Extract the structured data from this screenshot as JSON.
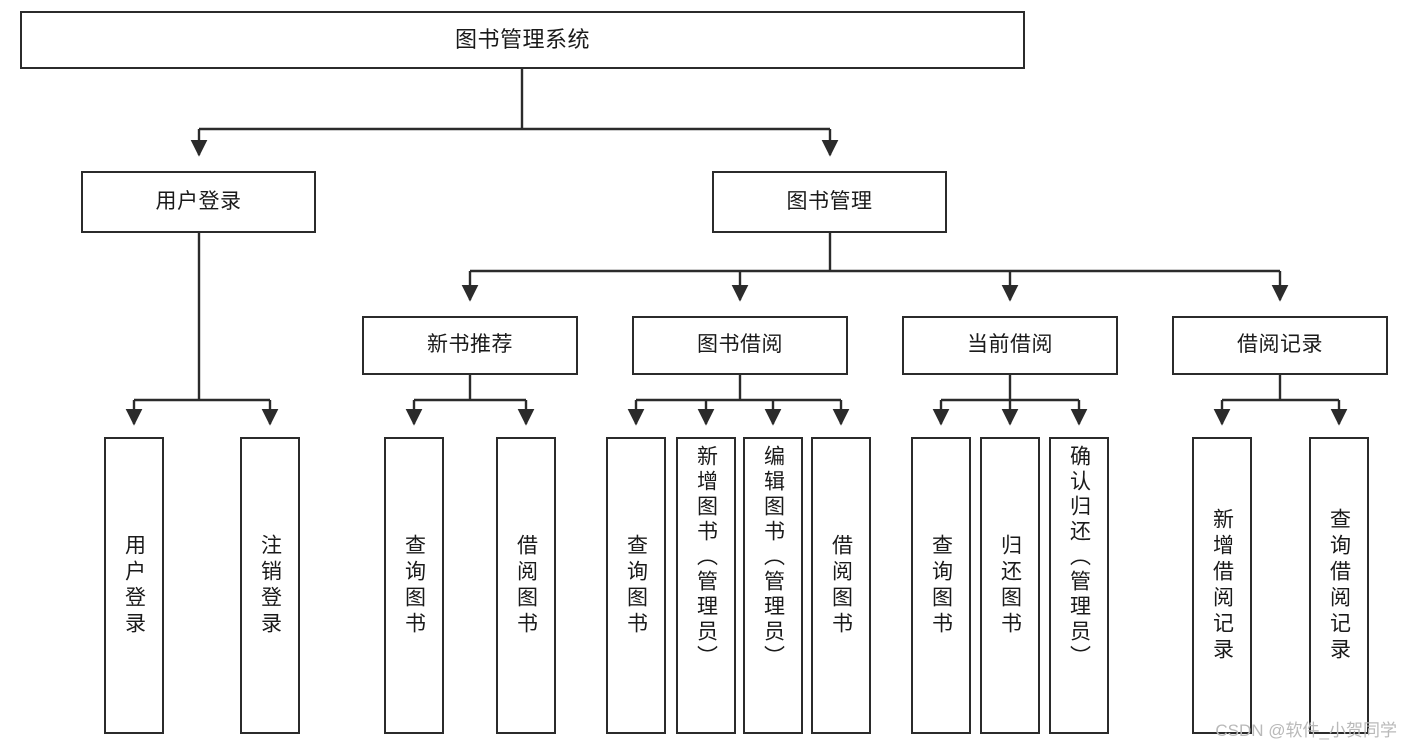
{
  "diagram": {
    "title": "图书管理系统",
    "type": "tree",
    "root": {
      "label": "图书管理系统"
    },
    "level2": [
      {
        "label": "用户登录"
      },
      {
        "label": "图书管理"
      }
    ],
    "level3": [
      {
        "label": "新书推荐"
      },
      {
        "label": "图书借阅"
      },
      {
        "label": "当前借阅"
      },
      {
        "label": "借阅记录"
      }
    ],
    "leaves": {
      "user_login": [
        {
          "label": "用户登录"
        },
        {
          "label": "注销登录"
        }
      ],
      "new_book_recommend": [
        {
          "label": "查询图书"
        },
        {
          "label": "借阅图书"
        }
      ],
      "book_borrow": [
        {
          "label": "查询图书"
        },
        {
          "label": "新增图书（管理员）"
        },
        {
          "label": "编辑图书（管理员）"
        },
        {
          "label": "借阅图书"
        }
      ],
      "current_borrow": [
        {
          "label": "查询图书"
        },
        {
          "label": "归还图书"
        },
        {
          "label": "确认归还（管理员）"
        }
      ],
      "borrow_record": [
        {
          "label": "新增借阅记录"
        },
        {
          "label": "查询借阅记录"
        }
      ]
    },
    "watermark": "CSDN @软件_小贺同学",
    "colors": {
      "stroke": "#2b2b2b",
      "fill": "#ffffff",
      "text": "#1a1a1a",
      "watermark": "#b9b9b9"
    }
  }
}
